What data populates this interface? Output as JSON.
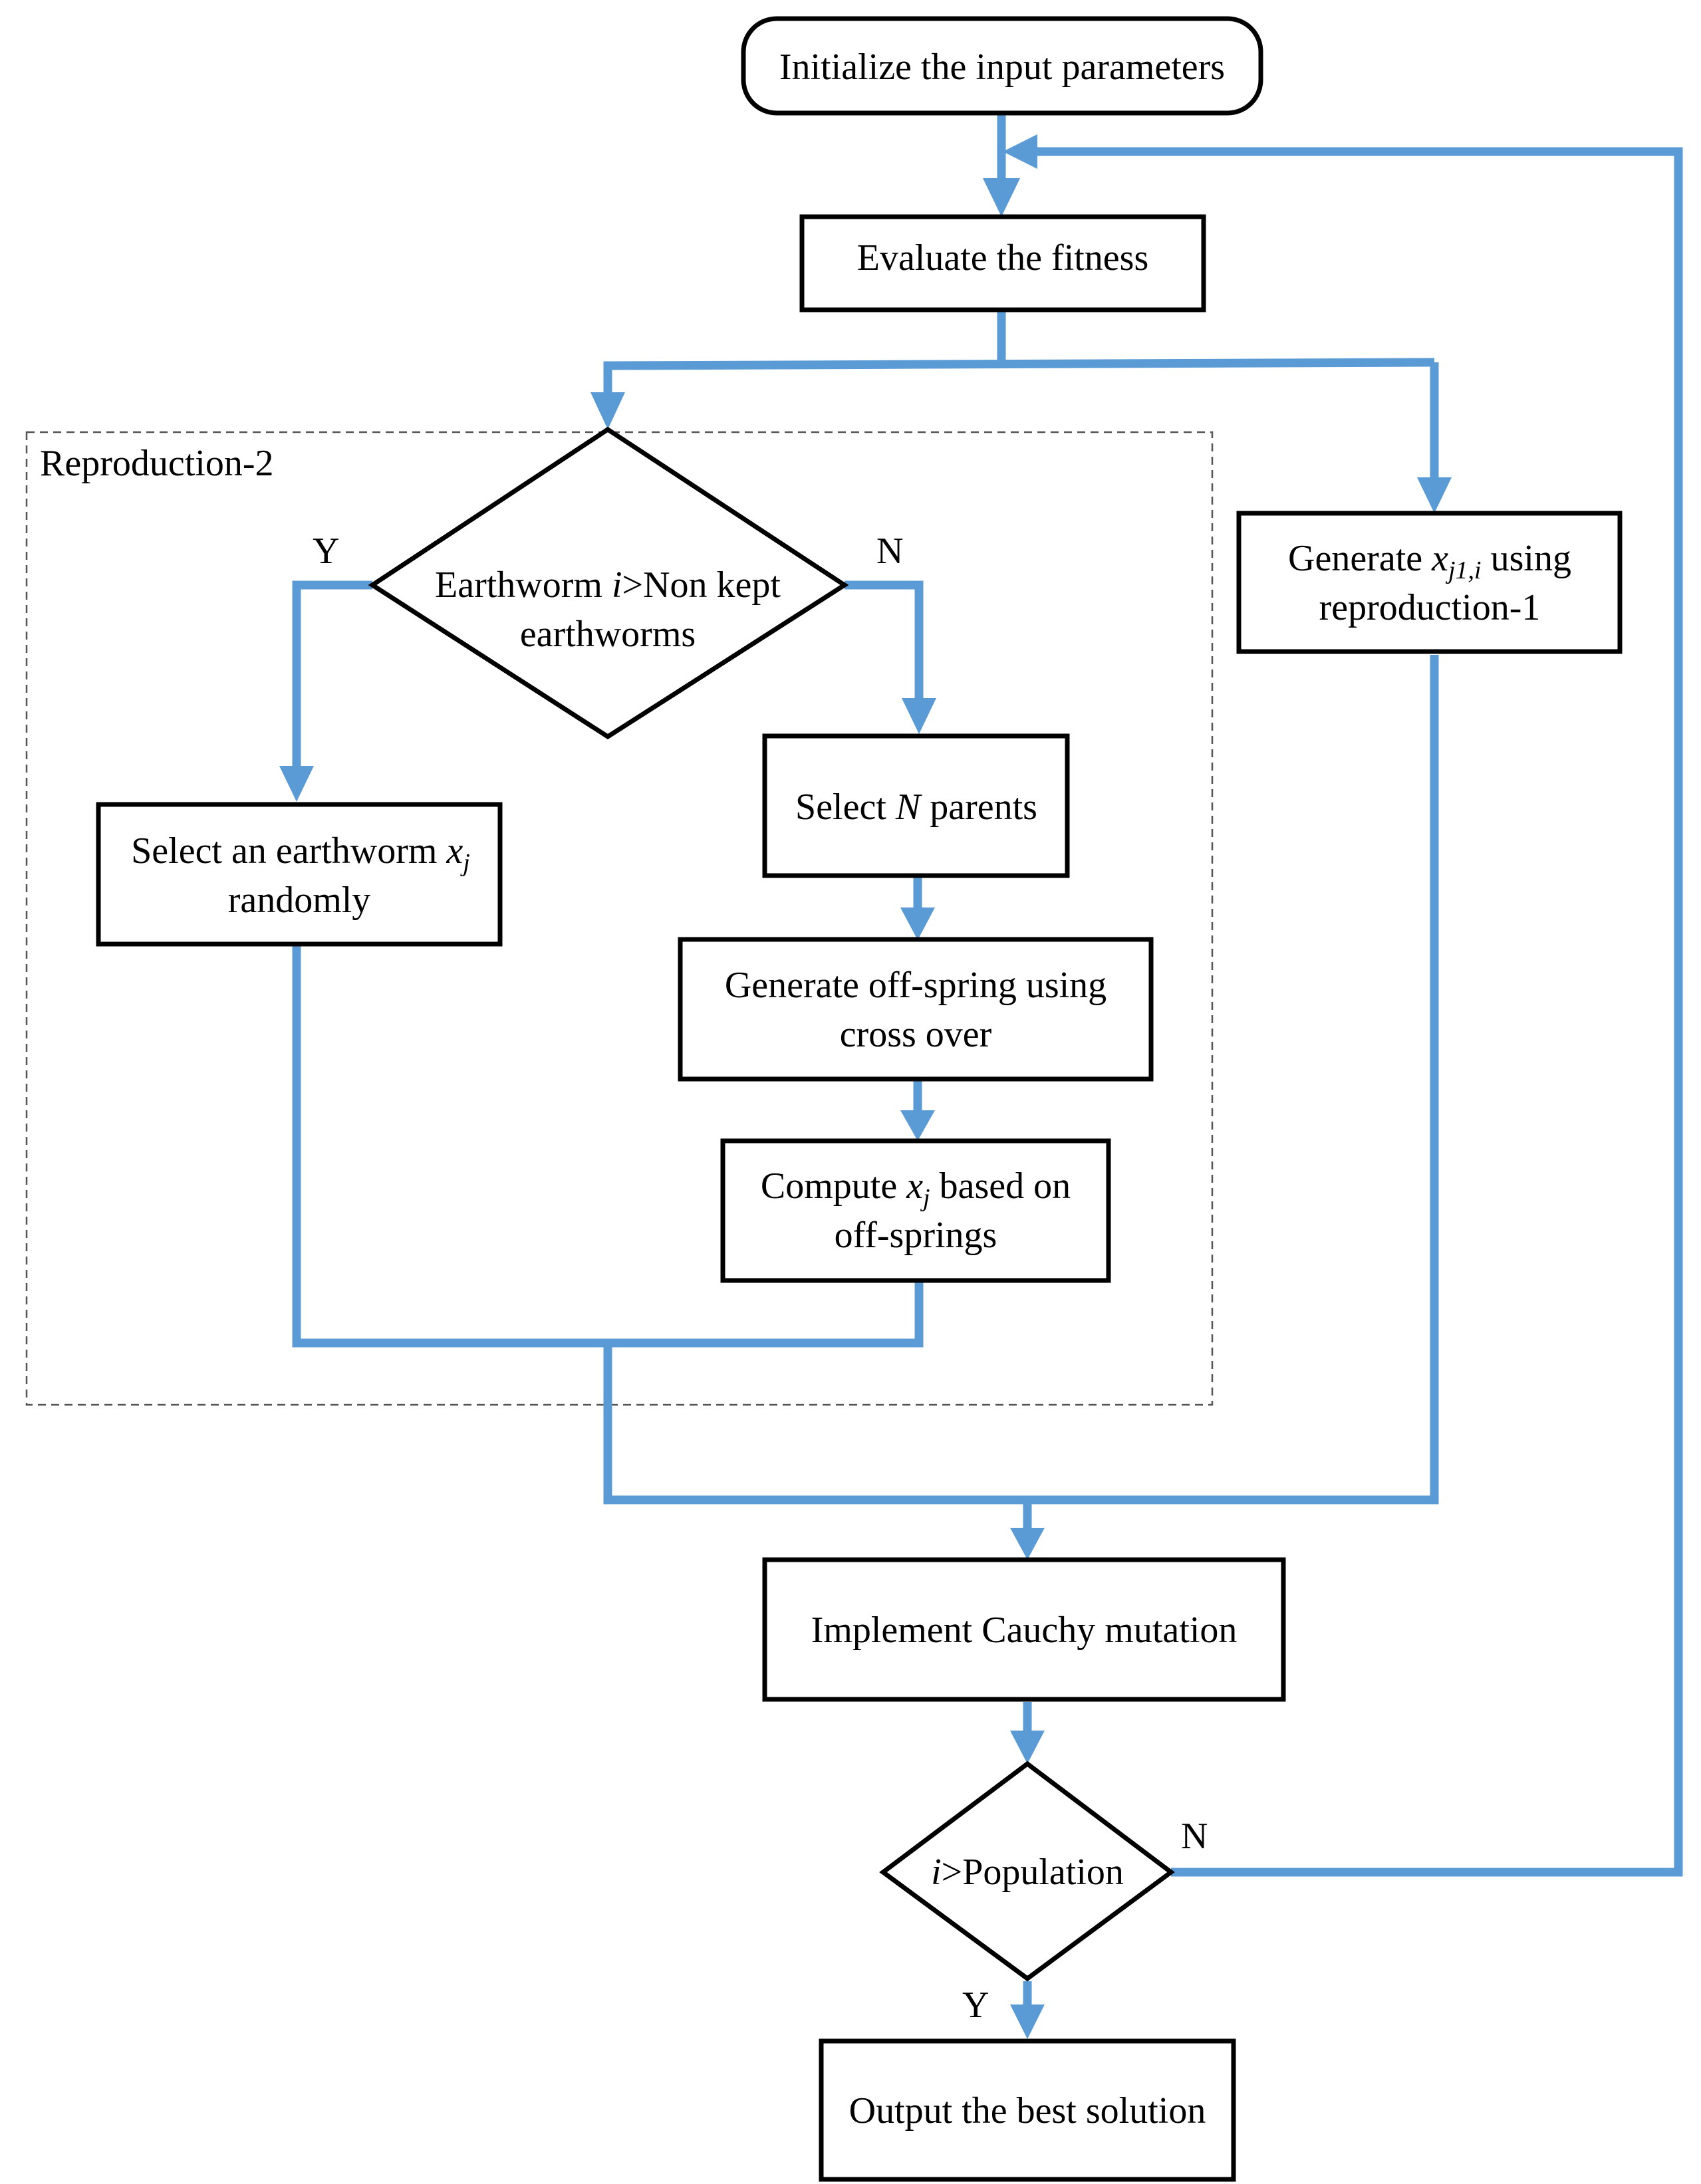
{
  "nodes": {
    "init": "Initialize the input parameters",
    "evaluate": "Evaluate the fitness",
    "reproduction2_group": "Reproduction-2",
    "decision1": {
      "line1_pre": "Earthworm ",
      "line1_var": "i",
      "line1_post": ">Non kept",
      "line2": "earthworms"
    },
    "select_random": {
      "line1_pre": "Select an earthworm ",
      "line1_var": "x",
      "line1_sub": "j",
      "line2": "randomly"
    },
    "select_parents": {
      "pre": "Select ",
      "var": "N",
      "post": " parents"
    },
    "generate_offspring": {
      "line1": "Generate off-spring using",
      "line2": "cross over"
    },
    "compute_xj": {
      "line1_pre": "Compute ",
      "line1_var": "x",
      "line1_sub": "j",
      "line1_post": " based on",
      "line2": "off-springs"
    },
    "reproduction1": {
      "line1_pre": "Generate ",
      "line1_var": "x",
      "line1_sub": "j1,i",
      "line1_post": " using",
      "line2": "reproduction-1"
    },
    "cauchy": "Implement Cauchy mutation",
    "decision2": {
      "var": "i",
      "post": ">Population"
    },
    "output": "Output the best solution"
  },
  "edge_labels": {
    "decision1_yes": "Y",
    "decision1_no": "N",
    "decision2_no": "N",
    "decision2_yes": "Y"
  },
  "colors": {
    "flow": "#5b9bd5",
    "node_border": "#000000",
    "group_border": "#555555"
  }
}
